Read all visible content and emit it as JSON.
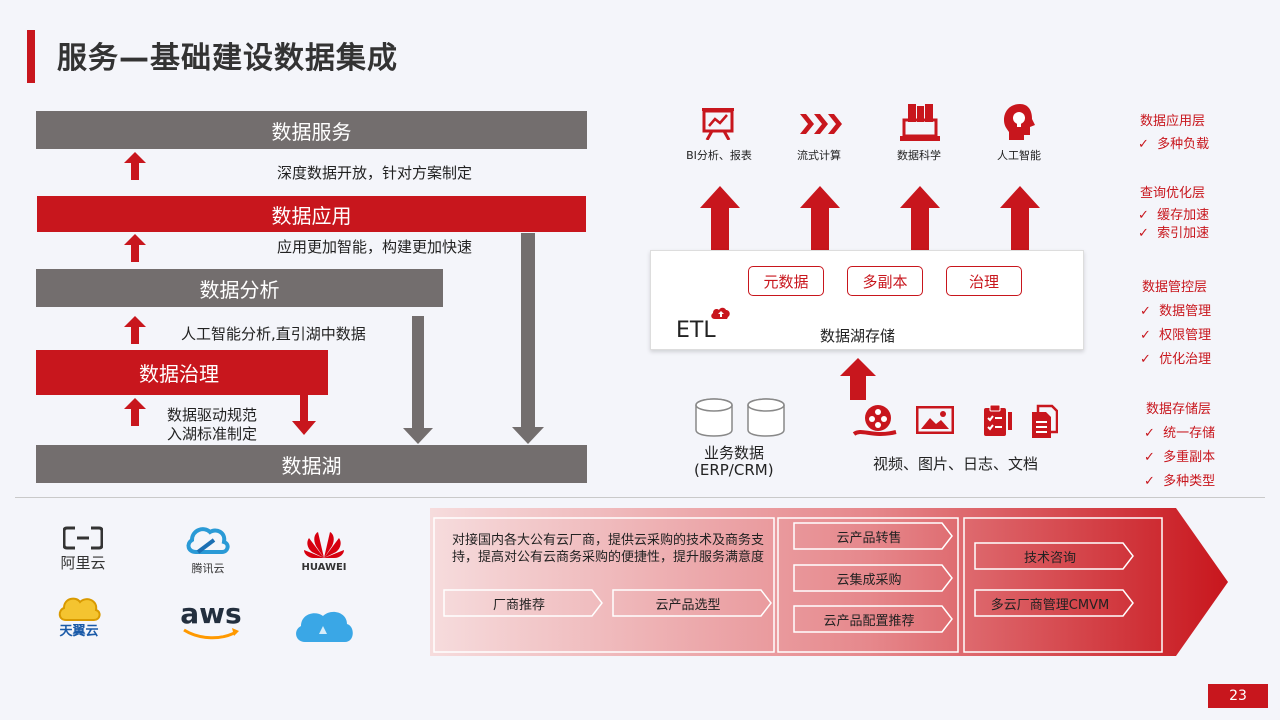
{
  "title": "服务—基础建设数据集成",
  "left": {
    "data_service": "数据服务",
    "note_service": "深度数据开放，针对方案制定",
    "data_application": "数据应用",
    "note_application": "应用更加智能，构建更加快速",
    "data_analysis": "数据分析",
    "note_analysis": "人工智能分析,直引湖中数据",
    "data_governance": "数据治理",
    "note_governance_1": "数据驱动规范",
    "note_governance_2": "入湖标准制定",
    "data_lake": "数据湖"
  },
  "middle": {
    "top_icons": [
      {
        "label": "BI分析、报表",
        "icon": "presentation-chart-icon"
      },
      {
        "label": "流式计算",
        "icon": "chevrons-right-icon"
      },
      {
        "label": "数据科学",
        "icon": "laptop-books-icon"
      },
      {
        "label": "人工智能",
        "icon": "ai-head-icon"
      }
    ],
    "tags": [
      "元数据",
      "多副本",
      "治理"
    ],
    "etl": "ETL",
    "lake_storage": "数据湖存储",
    "business_data": "业务数据",
    "business_data_sub": "(ERP/CRM)",
    "media_label": "视频、图片、日志、文档"
  },
  "layers": [
    {
      "title": "数据应用层",
      "items": [
        "多种负载"
      ]
    },
    {
      "title": "查询优化层",
      "items": [
        "缓存加速",
        "索引加速"
      ]
    },
    {
      "title": "数据管控层",
      "items": [
        "数据管理",
        "权限管理",
        "优化治理"
      ]
    },
    {
      "title": "数据存储层",
      "items": [
        "统一存储",
        "多重副本",
        "多种类型"
      ]
    }
  ],
  "check": "✓",
  "logos": {
    "aliyun": "阿里云",
    "tencent": "腾讯云",
    "huawei": "HUAWEI",
    "tianyi": "天翼云",
    "aws": "aws"
  },
  "bottom": {
    "desc": "对接国内各大公有云厂商，提供云采购的技术及商务支持，提高对公有云商务采购的便捷性，提升服务满意度",
    "s1": [
      "厂商推荐",
      "云产品选型"
    ],
    "s2": [
      "云产品转售",
      "云集成采购",
      "云产品配置推荐"
    ],
    "s3": [
      "技术咨询",
      "多云厂商管理CMVM"
    ]
  },
  "page_number": "23",
  "colors": {
    "accent": "#c8161d",
    "gray": "#736e6e"
  }
}
